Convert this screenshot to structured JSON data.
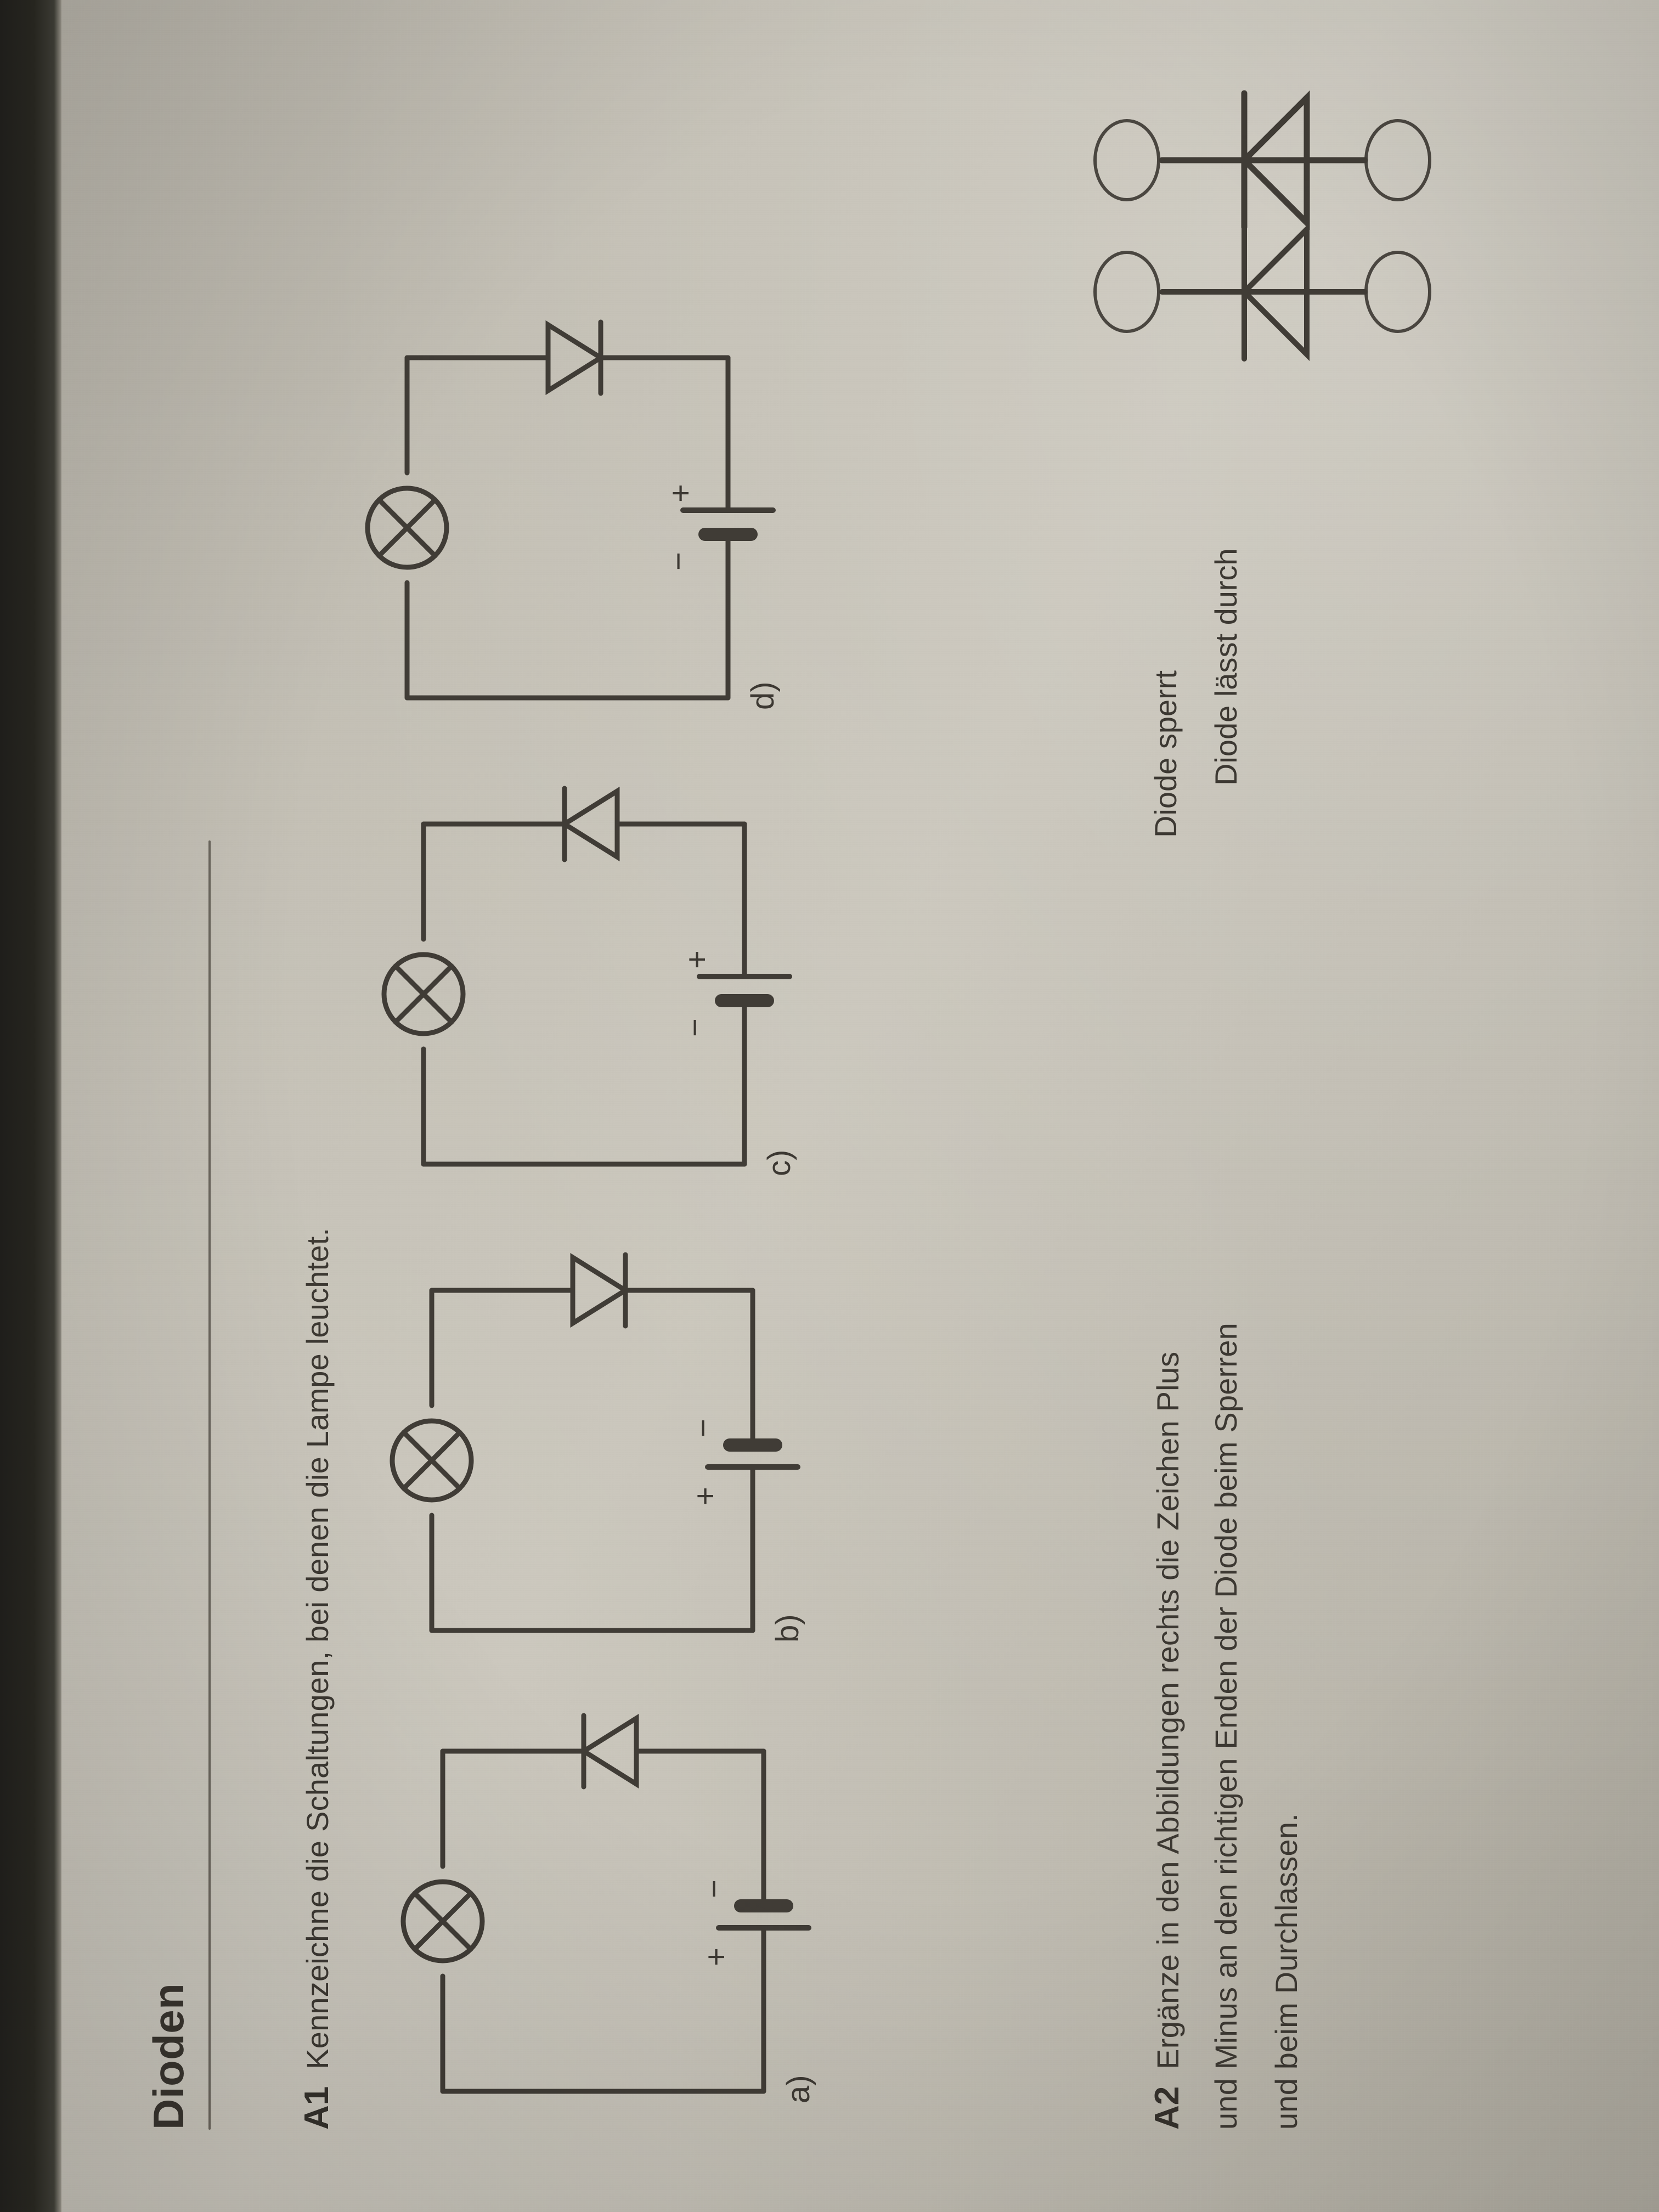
{
  "document": {
    "title": "Dioden",
    "paper_color": "#c3bfb4",
    "ink_color": "#3c3832"
  },
  "tasks": [
    {
      "number": "A1",
      "text": "Kennzeichne die Schaltungen, bei denen die Lampe leuchtet."
    },
    {
      "number": "A2",
      "lines": [
        "Ergänze in den Abbildungen rechts die Zeichen Plus",
        "und Minus an den richtigen Enden der Diode beim Sperren",
        "und beim Durchlassen."
      ]
    }
  ],
  "circuits": [
    {
      "label": "a)",
      "lamp": "lamp-crossed-circle",
      "battery": {
        "left_terminal": "+",
        "right_terminal": "−"
      },
      "diode": {
        "position": "right-side",
        "direction": "up"
      }
    },
    {
      "label": "b)",
      "lamp": "lamp-crossed-circle",
      "battery": {
        "left_terminal": "+",
        "right_terminal": "−"
      },
      "diode": {
        "position": "right-side",
        "direction": "down"
      }
    },
    {
      "label": "c)",
      "lamp": "lamp-crossed-circle",
      "battery": {
        "left_terminal": "−",
        "right_terminal": "+"
      },
      "diode": {
        "position": "right-side",
        "direction": "up"
      }
    },
    {
      "label": "d)",
      "lamp": "lamp-crossed-circle",
      "battery": {
        "left_terminal": "−",
        "right_terminal": "+"
      },
      "diode": {
        "position": "right-side",
        "direction": "down"
      }
    }
  ],
  "answer_diagrams": [
    {
      "caption": "Diode sperrt",
      "diode_direction": "up",
      "top_blank": "",
      "bottom_blank": ""
    },
    {
      "caption": "Diode lässt durch",
      "diode_direction": "up",
      "top_blank": "",
      "bottom_blank": ""
    }
  ]
}
